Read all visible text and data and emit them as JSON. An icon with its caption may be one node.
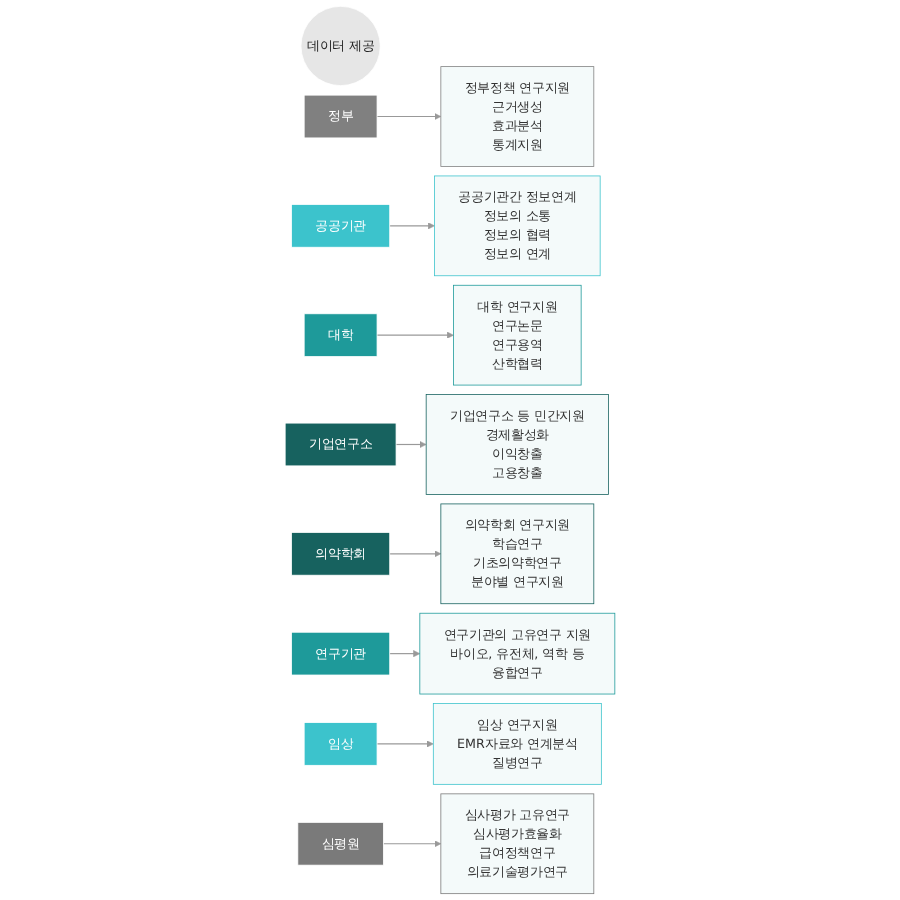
{
  "diagram": {
    "nodes": [
      {
        "text": [
          "데이터 제공"
        ]
      },
      {
        "text": [
          "정부"
        ]
      },
      {
        "text": [
          "공공기관"
        ]
      },
      {
        "text": [
          "대학"
        ]
      },
      {
        "text": [
          "기업연구소"
        ]
      },
      {
        "text": [
          "의약학회"
        ]
      },
      {
        "text": [
          "연구기관"
        ]
      },
      {
        "text": [
          "임상"
        ]
      },
      {
        "text": [
          "심평원"
        ]
      },
      {
        "text": [
          "정부정책 연구지원",
          "근거생성",
          "효과분석",
          "통계지원"
        ]
      },
      {
        "text": [
          "공공기관간 정보연계",
          "정보의 소통",
          "정보의 협력",
          "정보의 연계"
        ]
      },
      {
        "text": [
          "대학 연구지원",
          "연구논문",
          "연구용역",
          "산학협력"
        ]
      },
      {
        "text": [
          "기업연구소 등 민간지원",
          "경제활성화",
          "이익창출",
          "고용창출"
        ]
      },
      {
        "text": [
          "의약학회 연구지원",
          "학습연구",
          "기초의약학연구",
          "분야별 연구지원"
        ]
      },
      {
        "text": [
          "연구기관의 고유연구 지원",
          "바이오, 유전체, 역학 등",
          "융합연구"
        ]
      },
      {
        "text": [
          "임상 연구지원",
          "EMR자료와 연계분석",
          "질병연구"
        ]
      },
      {
        "text": [
          "심사평가 고유연구",
          "심사평가효율화",
          "급여정책연구",
          "의료기술평가연구"
        ]
      }
    ],
    "edges": [
      {
        "from": 1,
        "to": 9,
        "arrow": "to"
      },
      {
        "from": 2,
        "to": 10,
        "arrow": "to"
      },
      {
        "from": 3,
        "to": 11,
        "arrow": "to"
      },
      {
        "from": 4,
        "to": 12,
        "arrow": "to"
      },
      {
        "from": 5,
        "to": 13,
        "arrow": "to"
      },
      {
        "from": 6,
        "to": 14,
        "arrow": "to"
      },
      {
        "from": 7,
        "to": 15,
        "arrow": "to"
      },
      {
        "from": 8,
        "to": 16,
        "arrow": "to"
      }
    ]
  }
}
